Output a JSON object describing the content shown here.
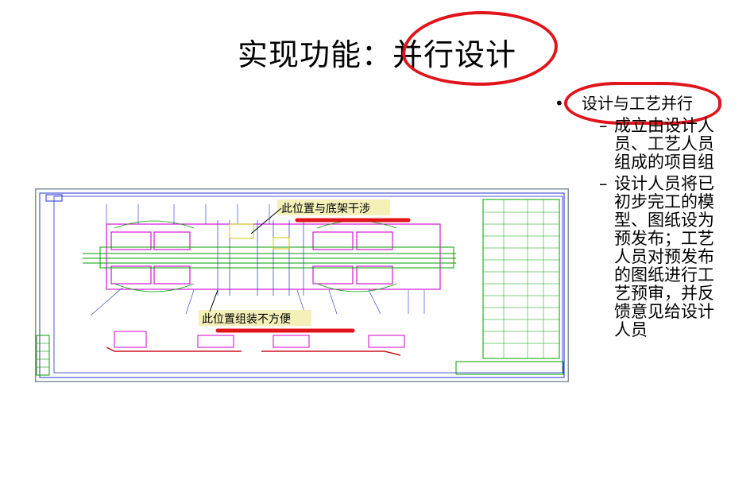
{
  "slide": {
    "title": "实现功能：并行设计",
    "bullet": {
      "text": "设计与工艺并行",
      "subitems": [
        "成立由设计人员、工艺人员组成的项目组",
        "设计人员将已初步完工的模型、图纸设为预发布；工艺人员对预发布的图纸进行工艺预审，并反馈意见给设计人员"
      ]
    },
    "drawing": {
      "callout_top": "此位置与底架干涉",
      "callout_bottom": "此位置组装不方便"
    },
    "colors": {
      "annotation": "#e0141a",
      "callout_bg": "#f4f0b8",
      "cad_blue": "#2030d0",
      "cad_magenta": "#d000d0",
      "cad_green": "#00a000"
    }
  }
}
